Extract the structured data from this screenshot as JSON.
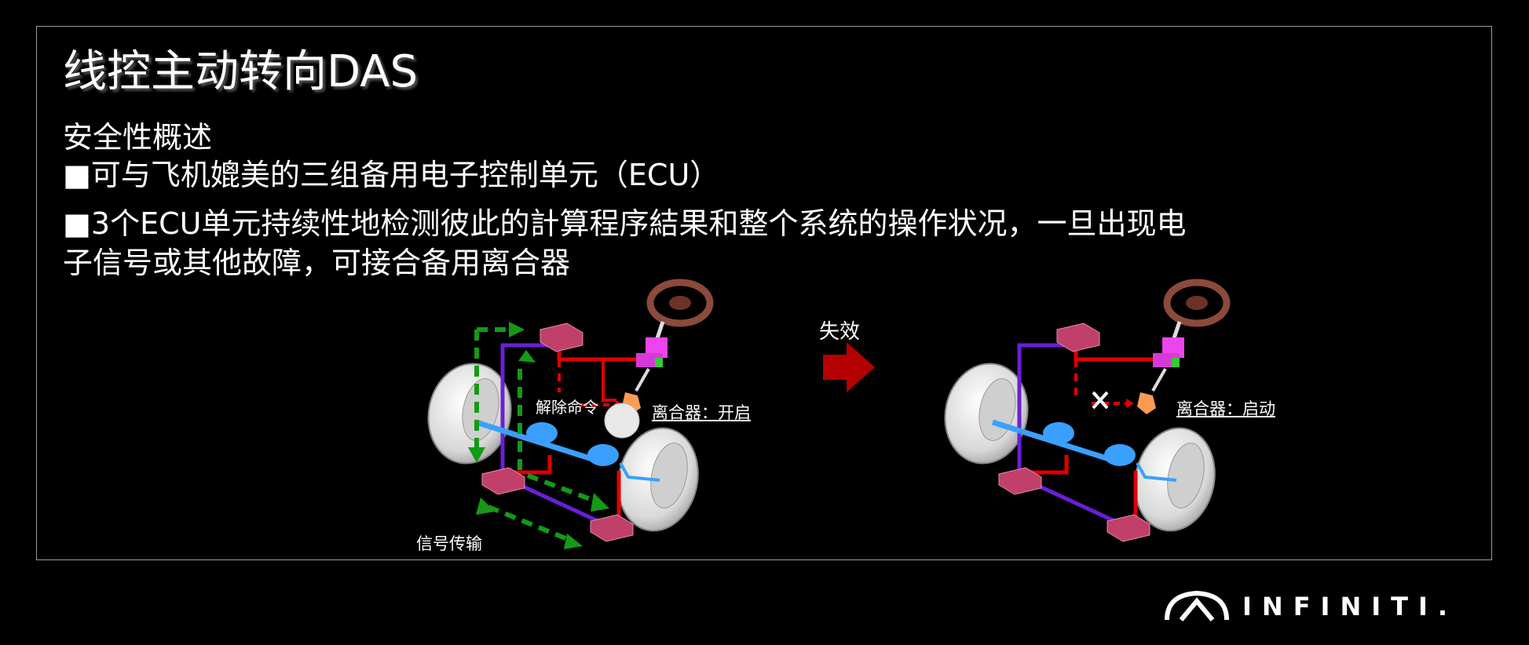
{
  "slide": {
    "title": "线控主动转向DAS",
    "section": "安全性概述",
    "bullet1": "■可与飞机媲美的三组备用电子控制单元（ECU）",
    "bullet2_line1": "■3个ECU单元持续性地检测彼此的計算程序結果和整个系统的操作状况，一旦出现电",
    "bullet2_line2": "子信号或其他故障，可接合备用离合器"
  },
  "diagram_left": {
    "release_label": "解除命令",
    "clutch_label": "离合器：开启",
    "signal_label": "信号传输"
  },
  "failure": {
    "label": "失效",
    "arrow_color": "#b30000"
  },
  "diagram_right": {
    "clutch_label": "离合器：启动"
  },
  "brand": {
    "name": "INFINITI."
  },
  "colors": {
    "background": "#000000",
    "signal_green": "#159a15",
    "wire_red": "#e00000",
    "wire_purple": "#6a1fd6",
    "ecu_pink": "#c0406a",
    "steering_blue": "#3aa0ff",
    "column_magenta": "#ee44ee"
  }
}
